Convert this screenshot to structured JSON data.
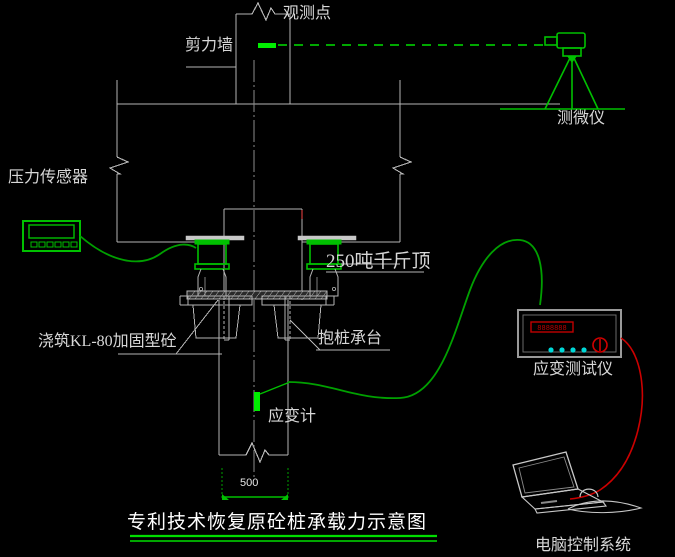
{
  "diagram": {
    "title": "专利技术恢复原砼桩承载力示意图",
    "background_color": "#000000",
    "line_color": "#b4b4b4",
    "accent_green": "#00c000",
    "bright_green": "#00ff00",
    "accent_red": "#c00000",
    "accent_cyan": "#00d8d8",
    "text_color": "#d8d8d8"
  },
  "labels": {
    "shear_wall": "剪力墙",
    "observation_point": "观测点",
    "micrometer": "测微仪",
    "pressure_sensor": "压力传感器",
    "jack": "250吨千斤顶",
    "concrete_reinforcement": "浇筑KL-80加固型砼",
    "pile_cap": "抱桩承台",
    "strain_gauge": "应变计",
    "strain_tester": "应变测试仪",
    "computer_control_system": "电脑控制系统"
  },
  "dimensions": {
    "pile_width": "500"
  },
  "devices": {
    "pressure_sensor": {
      "button_count": 6,
      "color": "#00c000"
    },
    "strain_tester": {
      "indicator_dot_count": 4,
      "indicator_dot_color": "#00d8d8",
      "display_border_color": "#c00000",
      "power_button_color": "#c00000",
      "body_color": "#9a9a9a"
    },
    "micrometer": {
      "color": "#00c000",
      "leg_count": 3
    },
    "jacks": {
      "count": 2,
      "cap_color": "#00c000",
      "body_color": "#b4b4b4"
    }
  }
}
